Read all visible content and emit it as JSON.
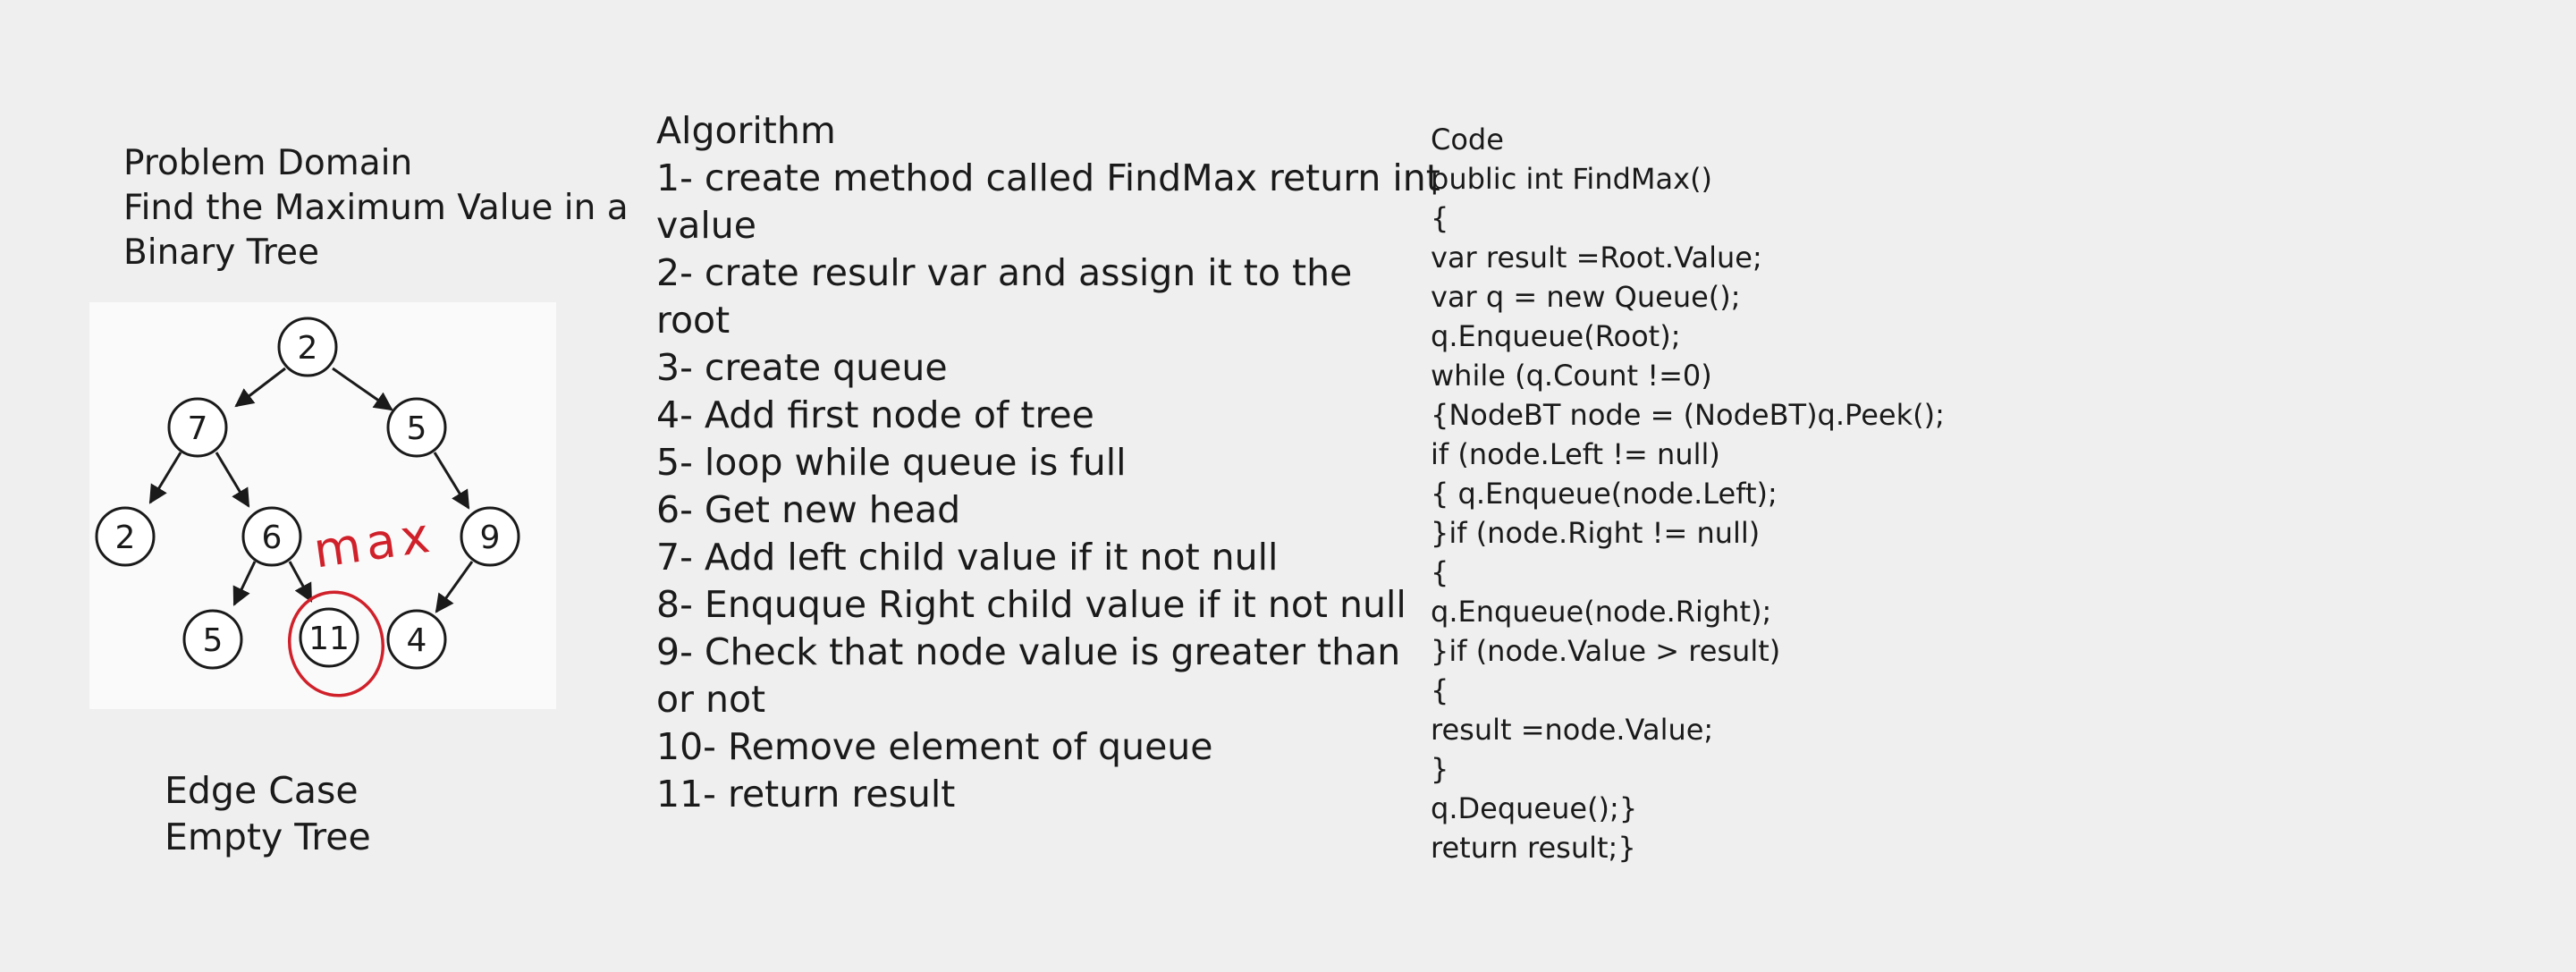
{
  "problem": {
    "heading": "Problem Domain",
    "lines": [
      "Find the Maximum Value in a",
      "Binary Tree"
    ]
  },
  "tree": {
    "nodes": [
      "2",
      "7",
      "5",
      "2",
      "6",
      "9",
      "5",
      "11",
      "4"
    ],
    "annotation": "max",
    "annotation_color": "#d0202a"
  },
  "algorithm": {
    "heading": "Algorithm",
    "lines": [
      "1- create method called FindMax return int",
      "value",
      "2- crate resulr var and assign it to the",
      "root",
      "3- create queue",
      "4- Add first node of tree",
      "5- loop while queue is full",
      "6- Get new head",
      "7- Add left child value if it not null",
      "8- Enquque Right child value if it not null",
      "9- Check that node value is greater than",
      "or not",
      "10- Remove element of queue",
      "11- return result"
    ]
  },
  "code": {
    "heading": "Code",
    "lines": [
      "public int FindMax()",
      "{",
      "var result =Root.Value;",
      "var q = new Queue();",
      "q.Enqueue(Root);",
      "while (q.Count !=0)",
      "{NodeBT node = (NodeBT)q.Peek();",
      "if (node.Left != null)",
      "{ q.Enqueue(node.Left);",
      "}if (node.Right != null)",
      "{",
      "q.Enqueue(node.Right);",
      "}if (node.Value > result)",
      "{",
      "result =node.Value;",
      "}",
      "q.Dequeue();}",
      "return result;}"
    ]
  },
  "edge_case": {
    "heading": "Edge Case",
    "lines": [
      "Empty Tree"
    ]
  }
}
